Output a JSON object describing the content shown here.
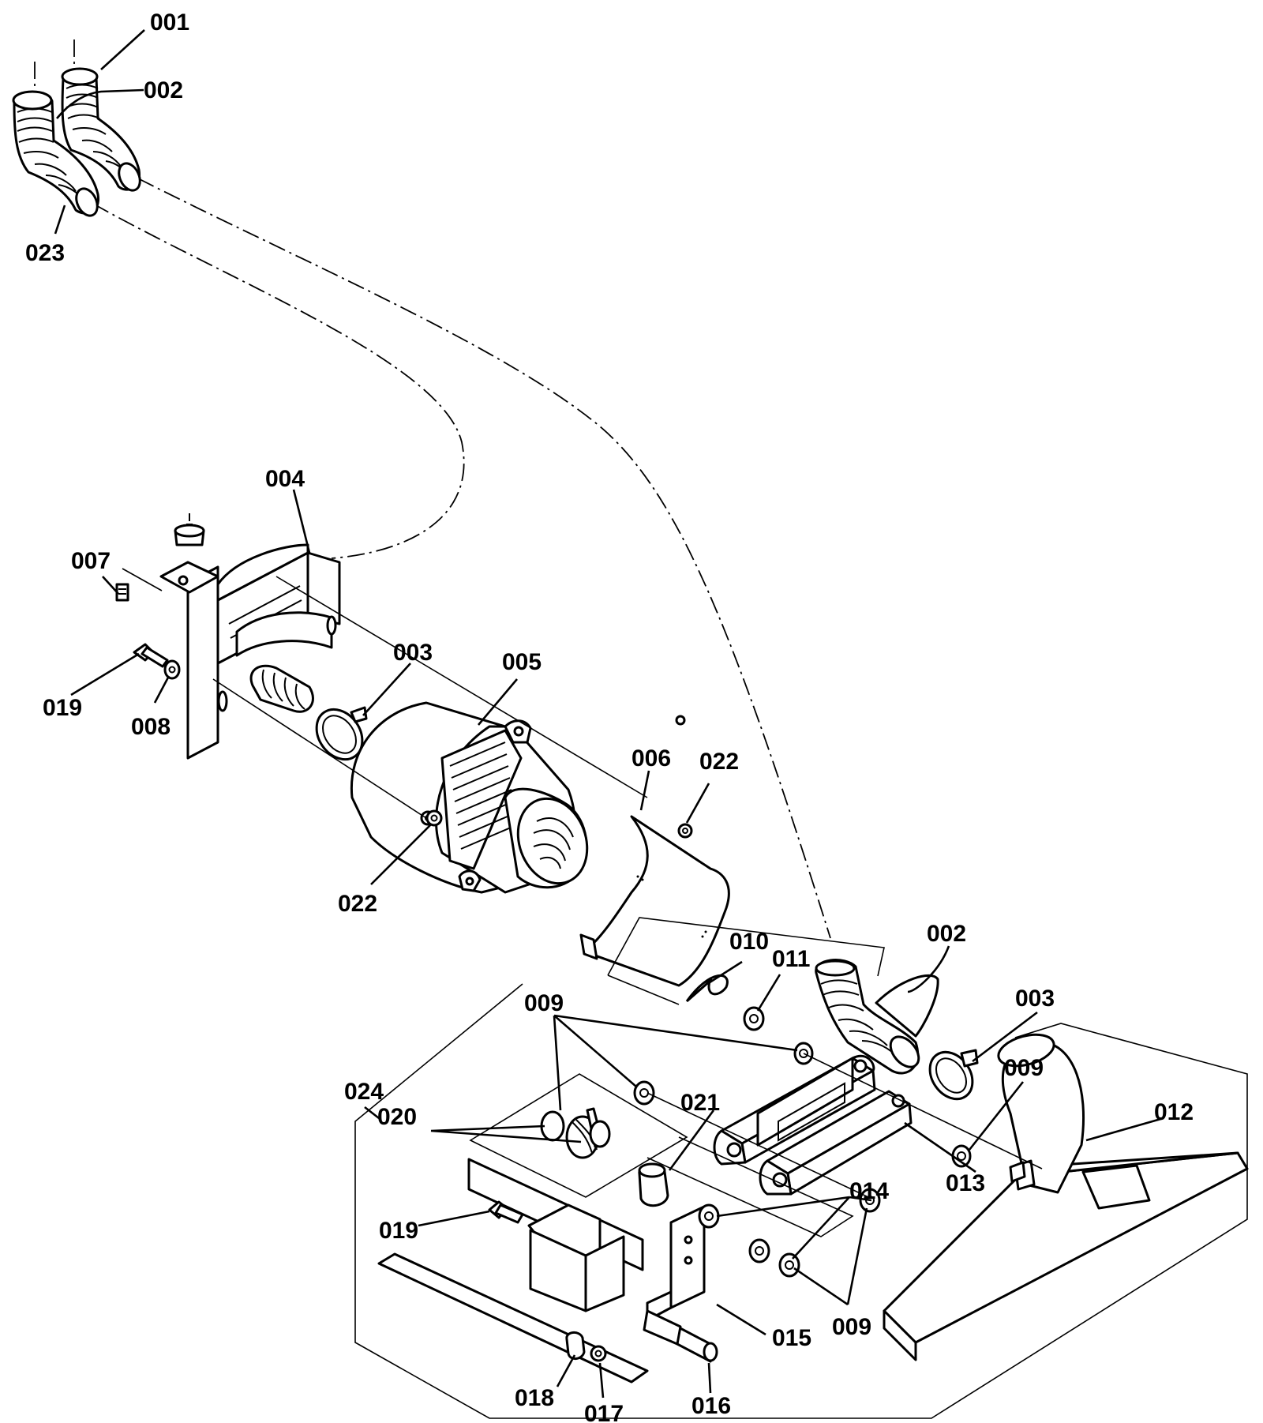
{
  "diagram": {
    "callouts": [
      {
        "id": "c001a",
        "text": "001"
      },
      {
        "id": "c002a",
        "text": "002"
      },
      {
        "id": "c023",
        "text": "023"
      },
      {
        "id": "c004",
        "text": "004"
      },
      {
        "id": "c007",
        "text": "007"
      },
      {
        "id": "c019a",
        "text": "019"
      },
      {
        "id": "c008",
        "text": "008"
      },
      {
        "id": "c003a",
        "text": "003"
      },
      {
        "id": "c005",
        "text": "005"
      },
      {
        "id": "c006",
        "text": "006"
      },
      {
        "id": "c022a",
        "text": "022"
      },
      {
        "id": "c022b",
        "text": "022"
      },
      {
        "id": "c010",
        "text": "010"
      },
      {
        "id": "c011",
        "text": "011"
      },
      {
        "id": "c002b",
        "text": "002"
      },
      {
        "id": "c003b",
        "text": "003"
      },
      {
        "id": "c009a",
        "text": "009"
      },
      {
        "id": "c009b",
        "text": "009"
      },
      {
        "id": "c024",
        "text": "024"
      },
      {
        "id": "c020",
        "text": "020"
      },
      {
        "id": "c021",
        "text": "021"
      },
      {
        "id": "c012",
        "text": "012"
      },
      {
        "id": "c013",
        "text": "013"
      },
      {
        "id": "c014",
        "text": "014"
      },
      {
        "id": "c019b",
        "text": "019"
      },
      {
        "id": "c015",
        "text": "015"
      },
      {
        "id": "c009c",
        "text": "009"
      },
      {
        "id": "c018",
        "text": "018"
      },
      {
        "id": "c017",
        "text": "017"
      },
      {
        "id": "c016",
        "text": "016"
      }
    ]
  }
}
